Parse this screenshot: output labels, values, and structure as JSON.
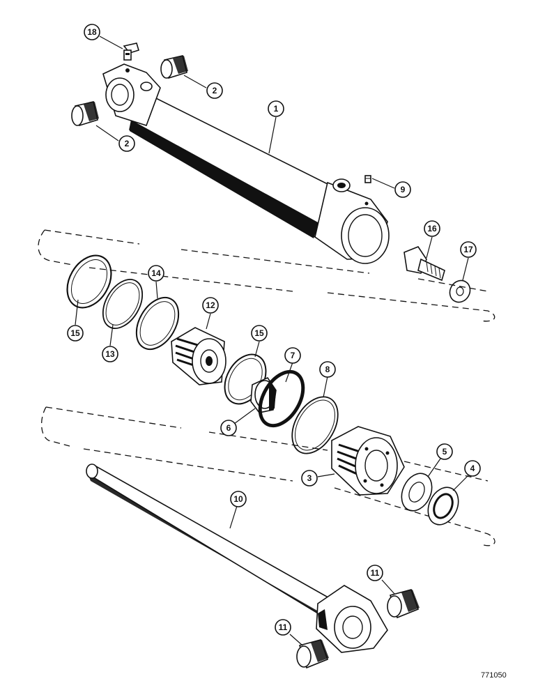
{
  "callouts": {
    "c1": "1",
    "c2a": "2",
    "c2b": "2",
    "c3": "3",
    "c4": "4",
    "c5": "5",
    "c6": "6",
    "c7": "7",
    "c8": "8",
    "c9": "9",
    "c10": "10",
    "c11a": "11",
    "c11b": "11",
    "c12": "12",
    "c13": "13",
    "c14": "14",
    "c15a": "15",
    "c15b": "15",
    "c16": "16",
    "c17": "17",
    "c18": "18"
  },
  "doc_id": "771050",
  "colors": {
    "ink": "#111111",
    "paper": "#ffffff"
  }
}
